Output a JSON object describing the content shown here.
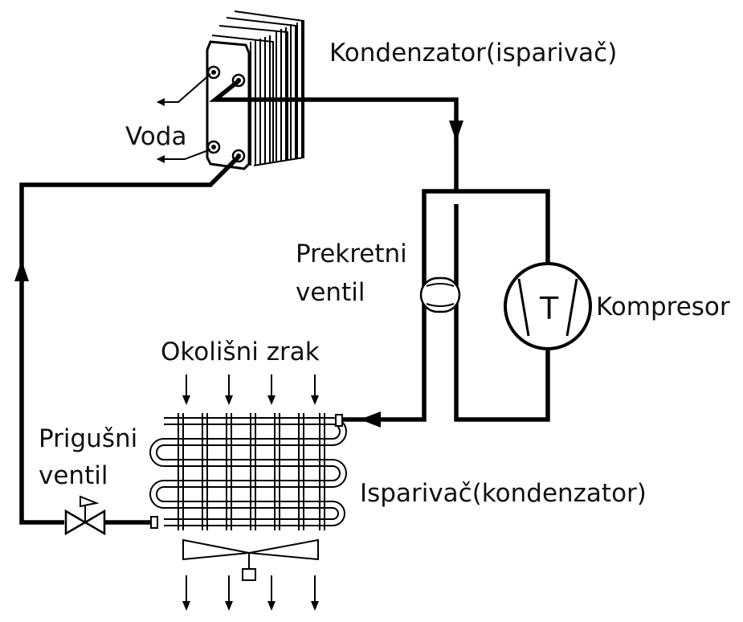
{
  "labels": {
    "condenser": "Kondenzator(isparivač)",
    "water": "Voda",
    "reversing_valve_line1": "Prekretni",
    "reversing_valve_line2": "ventil",
    "compressor": "Kompresor",
    "compressor_symbol": "T",
    "ambient_air": "Okolišni zrak",
    "throttle_valve_line1": "Prigušni",
    "throttle_valve_line2": "ventil",
    "evaporator": "Isparivač(kondenzator)"
  },
  "colors": {
    "line": "#000000",
    "background": "#ffffff"
  }
}
